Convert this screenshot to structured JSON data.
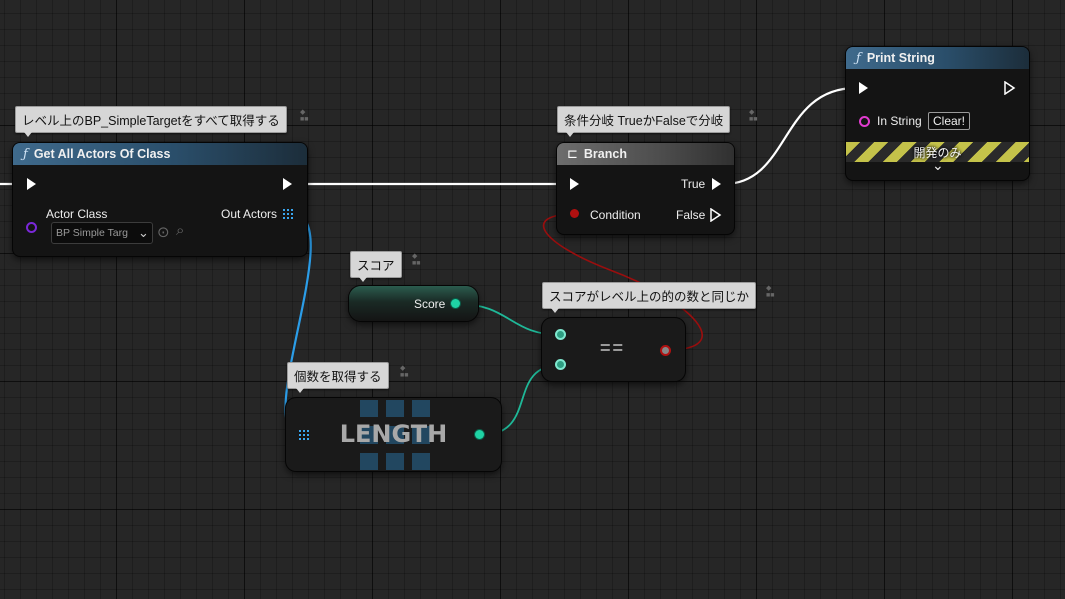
{
  "comments": {
    "get_actors": "レベル上のBP_SimpleTargetをすべて取得する",
    "branch": "条件分岐 TrueかFalseで分岐",
    "score": "スコア",
    "equals": "スコアがレベル上の的の数と同じか",
    "length": "個数を取得する"
  },
  "get_all_actors": {
    "title": "Get All Actors Of Class",
    "actor_class_label": "Actor Class",
    "actor_class_value": "BP Simple Targ",
    "out_actors_label": "Out Actors"
  },
  "branch": {
    "title": "Branch",
    "condition_label": "Condition",
    "true_label": "True",
    "false_label": "False"
  },
  "print_string": {
    "title": "Print String",
    "in_string_label": "In String",
    "in_string_value": "Clear!",
    "dev_only_label": "開発のみ"
  },
  "score_node": {
    "label": "Score"
  },
  "equals_node": {
    "label": "=="
  },
  "length_node": {
    "label": "LENGTH"
  },
  "icons": {
    "function": "ƒ",
    "dropdown": "⌄",
    "expand": "⌄",
    "use_selected": "⊙",
    "browse": "⌕"
  },
  "colors": {
    "exec_wire": "#ffffff",
    "int_wire": "#1fd3a5",
    "array_wire": "#3aa6ef",
    "bool_wire": "#b01010",
    "string_pin": "#e23bd0",
    "class_pin": "#7a28d8"
  }
}
